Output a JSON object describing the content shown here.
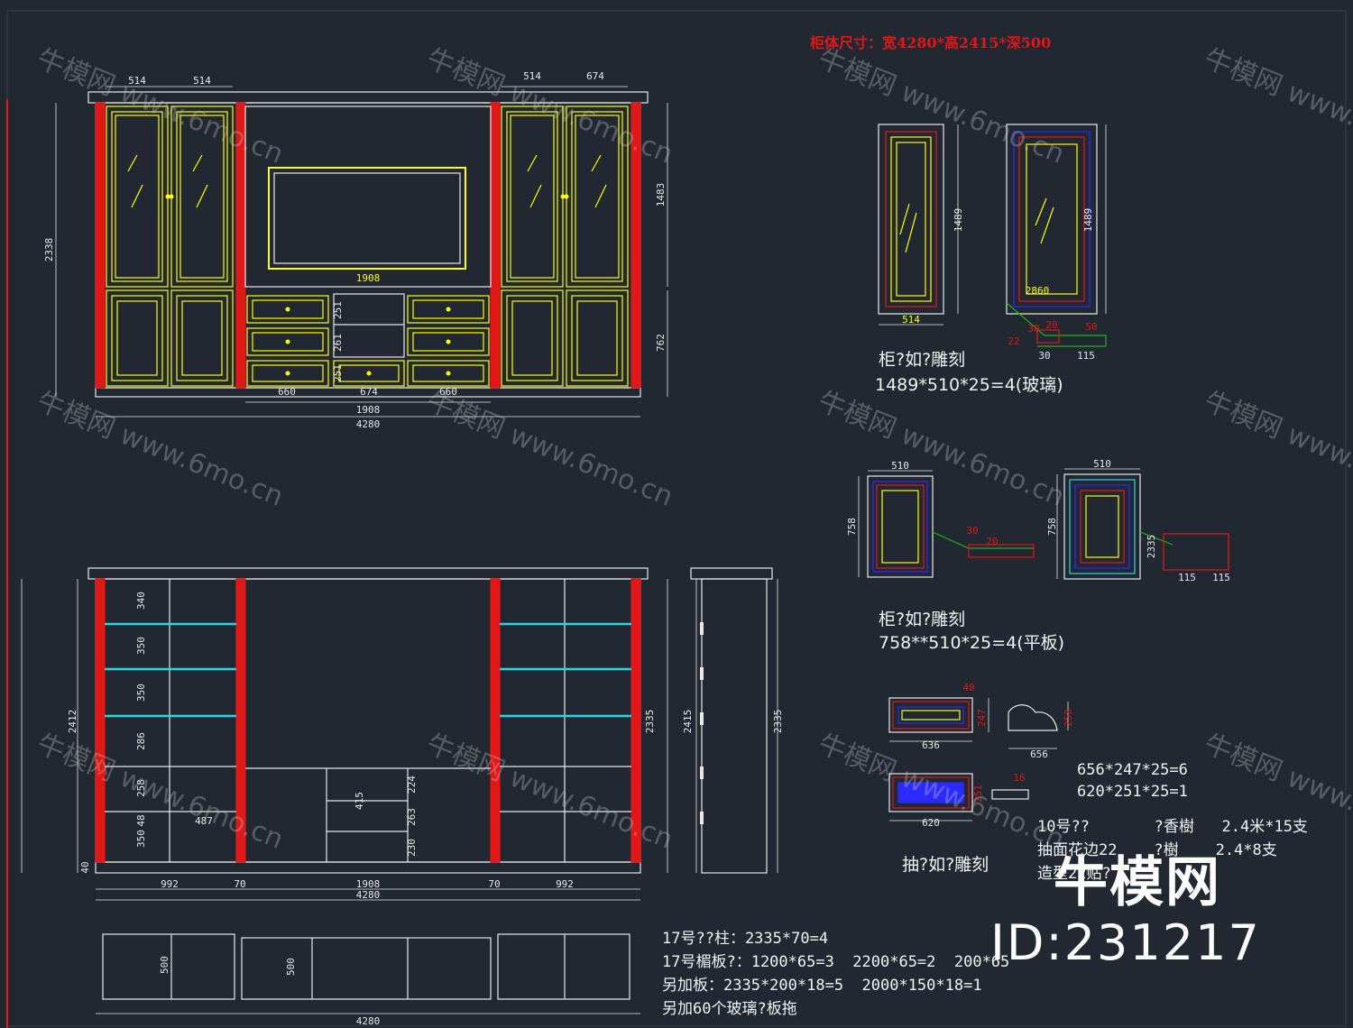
{
  "header": "柜体尺寸：宽4280*高2415*深500",
  "front_dims": {
    "top": [
      "514",
      "514",
      "514",
      "674"
    ],
    "tv_width": "1908",
    "drawer_row": [
      "660",
      "674",
      "660"
    ],
    "tv_base": "1908",
    "total_width": "4280",
    "overall_height": "2338",
    "upper_height": "1483",
    "lower_height": "762",
    "drawer_heights": [
      "251",
      "261",
      "251"
    ]
  },
  "interior_dims": {
    "left_shelves": [
      "340",
      "350",
      "350",
      "286",
      "258",
      "48",
      "350"
    ],
    "bottom_row": [
      "992",
      "70",
      "1908",
      "70",
      "992"
    ],
    "total_width": "4280",
    "left_height": "2412",
    "right_height": "2335",
    "side_height": "2415",
    "side_depth_height": "2335",
    "small_side": "40",
    "mid_shelf": "487",
    "center_cells": [
      "224",
      "415",
      "263",
      "230"
    ]
  },
  "plan_dims": {
    "left": "500",
    "center": "500",
    "total": "4280"
  },
  "door_detail": {
    "width_left": "514",
    "height_left": "1489",
    "height_right": "1489",
    "right_bottom": "2860",
    "caption1": "柜?如?雕刻",
    "caption2": "1489*510*25=4(玻璃)",
    "profile_labels": [
      "30",
      "20",
      "22",
      "30",
      "115",
      "50"
    ]
  },
  "panel_detail": {
    "width_left": "510",
    "width_right": "510",
    "height_left": "758",
    "height_right": "758",
    "caption1": "柜?如?雕刻",
    "caption2": "758**510*25=4(平板)",
    "profile_labels": [
      "30",
      "20",
      "115",
      "115",
      "2335"
    ]
  },
  "drawer_detail": {
    "labels": [
      "40",
      "247",
      "636",
      "656",
      "250",
      "251",
      "620",
      "16"
    ],
    "spec1": "656*247*25=6",
    "spec2": "620*251*25=1",
    "caption": "抽?如?雕刻"
  },
  "material_notes": {
    "line1": "10号??       ?香樹   2.4米*15支",
    "line2": "抽面花边22    ?樹    2.4*8支",
    "line3": "造型22贴?"
  },
  "bottom_notes": {
    "line1": "17号??柱：2335*70=4",
    "line2": "17号楣板?：1200*65=3  2200*65=2  200*65",
    "line3": "另加板：2335*200*18=5  2000*150*18=1",
    "line4": "另加60个玻璃?板拖"
  },
  "brand": {
    "name": "牛模网",
    "id": "ID:231217"
  },
  "watermark": {
    "logo": "牛模网",
    "url": "www.6mo.cn"
  },
  "colors": {
    "background": "#222831",
    "line": "#e8e8e8",
    "yellow": "#ffff00",
    "red": "#e01818",
    "cyan": "#2cd5e0",
    "blue": "#2b2bff",
    "green": "#1db31d",
    "magenta": "#ff40ff"
  }
}
